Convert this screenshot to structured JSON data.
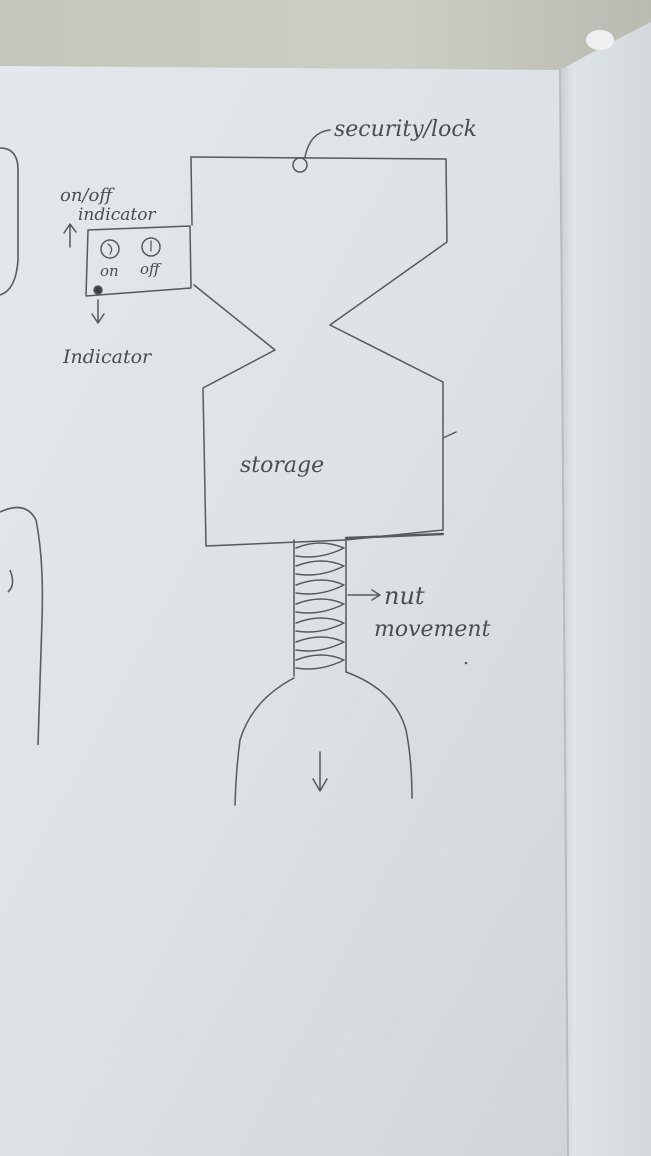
{
  "diagram": {
    "labels": {
      "security_lock": "security/lock",
      "on_off_indicator_line1": "on/off",
      "on_off_indicator_line2": "indicator",
      "on": "on",
      "off": "off",
      "indicator": "Indicator",
      "storage": "storage",
      "nut_line1": "nut",
      "nut_line2": "movement"
    }
  },
  "colors": {
    "background": "#c9ccc4",
    "paper": "#dde3e7",
    "ink": "#55585d",
    "next_page": "#d4dadd"
  }
}
